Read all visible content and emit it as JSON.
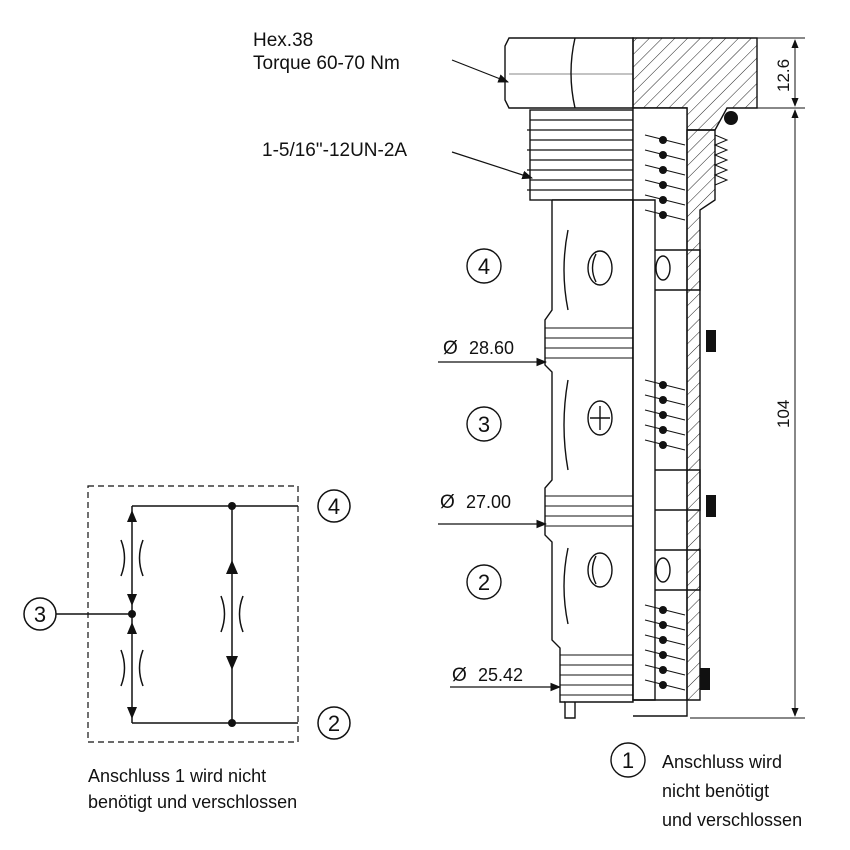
{
  "labels": {
    "hex_line1": "Hex.38",
    "hex_line2": "Torque 60-70 Nm",
    "thread": "1-5/16\"-12UN-2A",
    "diam_1": "28.60",
    "diam_2": "27.00",
    "diam_3": "25.42",
    "diam_symbol": "Ø",
    "dim_top": "12.6",
    "dim_length": "104"
  },
  "ports": {
    "p2": "2",
    "p3": "3",
    "p4": "4",
    "p1": "1"
  },
  "notes": {
    "left_line1": "Anschluss 1 wird nicht",
    "left_line2": "benötigt und verschlossen",
    "right_line1": "Anschluss wird",
    "right_line2": "nicht benötigt",
    "right_line3": "und verschlossen"
  }
}
